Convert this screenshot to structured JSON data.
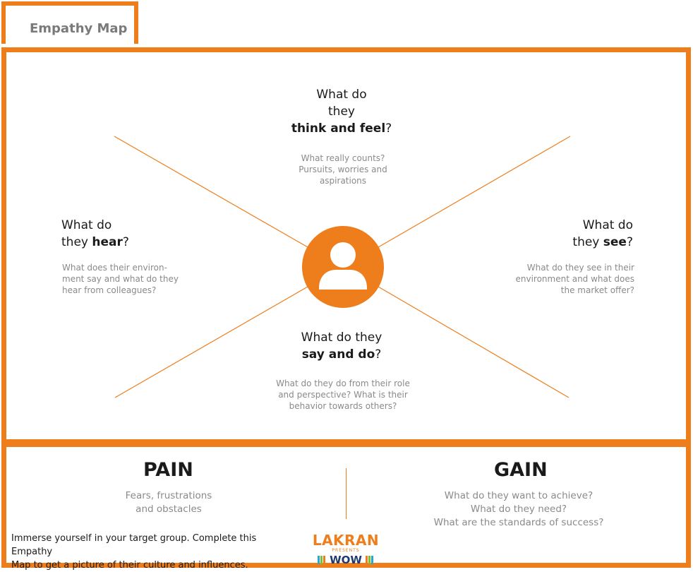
{
  "header": {
    "tab_title": "Empathy Map"
  },
  "quadrants": {
    "think": {
      "line1": "What do",
      "line2": "they",
      "strong": "think and feel",
      "suffix": "?",
      "hint1": "What really counts?",
      "hint2": "Pursuits, worries and",
      "hint3": "aspirations"
    },
    "hear": {
      "line1": "What do",
      "prefix": "they ",
      "strong": "hear",
      "suffix": "?",
      "hint1": "What does their environ-",
      "hint2": "ment say and what do they",
      "hint3": "hear from colleagues?"
    },
    "see": {
      "line1": "What do",
      "prefix": "they ",
      "strong": "see",
      "suffix": "?",
      "hint1": "What do they see in their",
      "hint2": "environment and what does",
      "hint3": "the market offer?"
    },
    "say": {
      "line1": "What do they",
      "strong": "say and do",
      "suffix": "?",
      "hint1": "What do they do from their role",
      "hint2": "and perspective? What is their",
      "hint3": "behavior towards others?"
    }
  },
  "pain": {
    "title": "PAIN",
    "line1": "Fears, frustrations",
    "line2": "and obstacles"
  },
  "gain": {
    "title": "GAIN",
    "line1": "What do they want to achieve?",
    "line2": "What do they need?",
    "line3": "What are the standards of success?"
  },
  "intro": {
    "line1": "Immerse yourself in your target group. Complete this Empathy",
    "line2": "Map to get a picture of their culture and influences."
  },
  "logo": {
    "brand": "LAKRAN",
    "presents": "PRESENTS",
    "product": "WOW"
  },
  "icons": {
    "avatar": "user-silhouette-icon"
  },
  "colors": {
    "accent": "#ee7d1c",
    "text": "#1a1a1a",
    "muted": "#8a8a8a",
    "logo_blue": "#1f3b6e",
    "logo_green": "#7cbf3a",
    "logo_cyan": "#2aa7c9"
  }
}
